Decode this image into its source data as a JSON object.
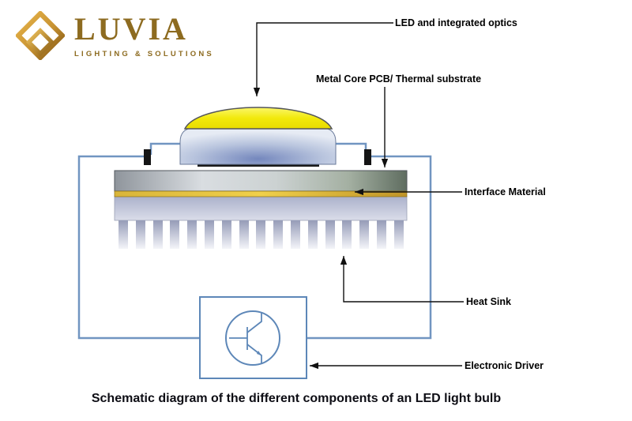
{
  "logo": {
    "name": "LUVIA",
    "tagline": "LIGHTING & SOLUTIONS"
  },
  "diagram": {
    "labels": {
      "led_optics": "LED and integrated optics",
      "pcb": "Metal Core PCB/ Thermal substrate",
      "interface": "Interface Material",
      "heat_sink": "Heat Sink",
      "driver": "Electronic Driver"
    }
  },
  "caption": "Schematic diagram of the different components of an LED light bulb",
  "colors": {
    "wire_blue": "#7195c1",
    "dome_yellow": "#f2e90c",
    "interface_gold": "#e3bb3a",
    "heatsink_gray": "#c3c7da",
    "logo_gold": "#c79232",
    "logo_text": "#8d6b20"
  }
}
